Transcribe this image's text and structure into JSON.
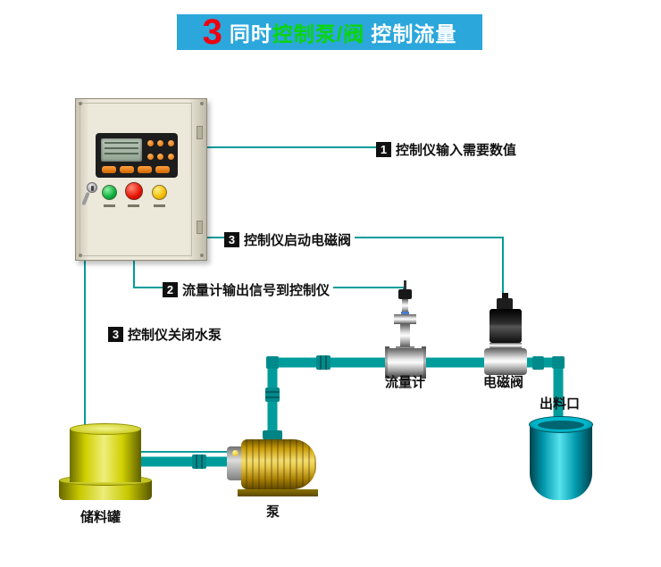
{
  "title": {
    "number": "3",
    "seg1": "同时",
    "seg2": "控制泵/阀",
    "seg3": "控制流量"
  },
  "annotations": {
    "a1": {
      "num": "1",
      "text": "控制仪输入需要数值"
    },
    "a2": {
      "num": "3",
      "text": "控制仪启动电磁阀"
    },
    "a3": {
      "num": "2",
      "text": "流量计输出信号到控制仪"
    },
    "a4": {
      "num": "3",
      "text": "控制仪关闭水泵"
    }
  },
  "labels": {
    "flow_meter": "流量计",
    "valve": "电磁阀",
    "outlet": "出料口",
    "tank": "储料罐",
    "pump": "泵"
  },
  "colors": {
    "banner_blue": "#2ba7dc",
    "title_number_red": "#ee0010",
    "title_green": "#0bd50b",
    "pipe_teal": "#009c9c",
    "outlet_cyan": "#00b8cc",
    "tank_yellow": "#cfcf00",
    "pump_gold": "#e8c94a",
    "cabinet_beige": "#ece8da"
  }
}
